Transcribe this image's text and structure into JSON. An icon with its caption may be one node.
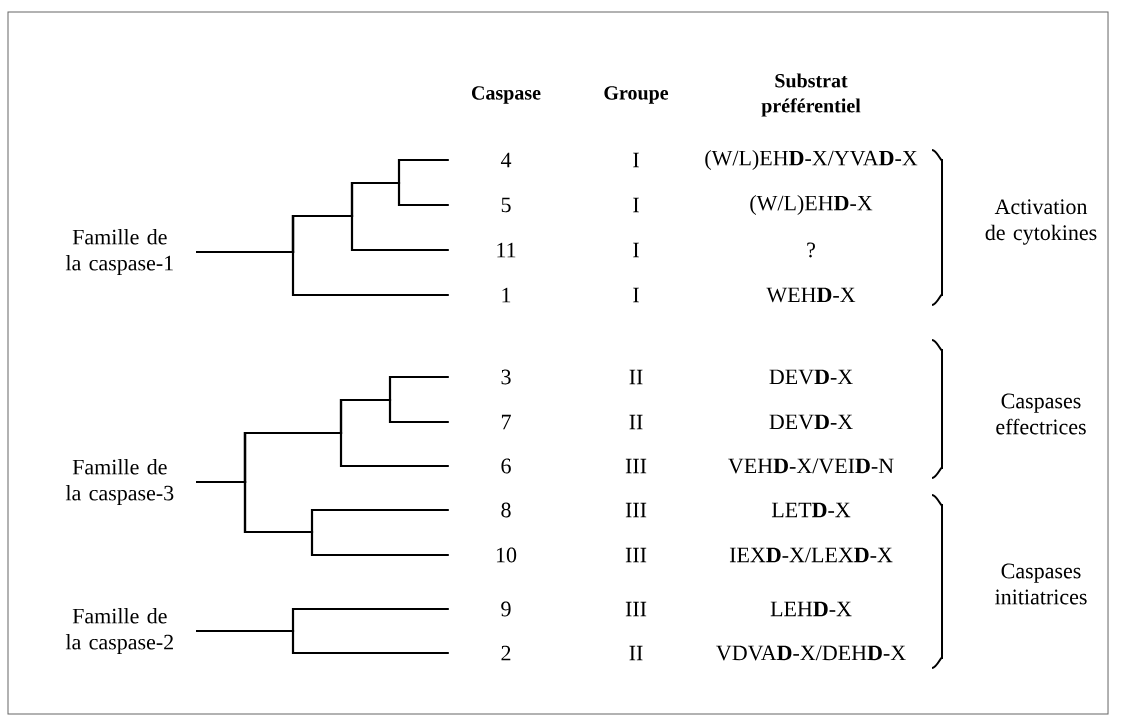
{
  "diagram": {
    "nodes": [
      {
        "text": [
          "Famille de la caspase-1"
        ]
      },
      {
        "text": [
          "Famille de la caspase-3"
        ]
      },
      {
        "text": [
          "Famille de la caspase-2"
        ]
      },
      {
        "text": [
          "4"
        ]
      },
      {
        "text": [
          "5"
        ]
      },
      {
        "text": [
          "11"
        ]
      },
      {
        "text": [
          "1"
        ]
      },
      {
        "text": [
          "3"
        ]
      },
      {
        "text": [
          "7"
        ]
      },
      {
        "text": [
          "6"
        ]
      },
      {
        "text": [
          "8"
        ]
      },
      {
        "text": [
          "10"
        ]
      },
      {
        "text": [
          "9"
        ]
      },
      {
        "text": [
          "2"
        ]
      }
    ],
    "edges": [
      {
        "from": 0,
        "to": 3,
        "arrow": "none"
      },
      {
        "from": 0,
        "to": 4,
        "arrow": "none"
      },
      {
        "from": 0,
        "to": 5,
        "arrow": "none"
      },
      {
        "from": 0,
        "to": 6,
        "arrow": "none"
      },
      {
        "from": 1,
        "to": 7,
        "arrow": "none"
      },
      {
        "from": 1,
        "to": 8,
        "arrow": "none"
      },
      {
        "from": 1,
        "to": 9,
        "arrow": "none"
      },
      {
        "from": 1,
        "to": 10,
        "arrow": "none"
      },
      {
        "from": 1,
        "to": 11,
        "arrow": "none"
      },
      {
        "from": 2,
        "to": 12,
        "arrow": "none"
      },
      {
        "from": 2,
        "to": 13,
        "arrow": "none"
      }
    ],
    "labels": [
      "Caspase",
      "Groupe",
      "Substrat préférentiel",
      "I",
      "(W/L)EH**D**-X/YVA**D**-X",
      "I",
      "(W/L)EH**D**-X",
      "I",
      "?",
      "I",
      "WEH**D**-X",
      "II",
      "DEV**D**-X",
      "II",
      "DEV**D**-X",
      "III",
      "VEH**D**-X/VEI**D**-N",
      "III",
      "LET**D**-X",
      "III",
      "IEX**D**-X/LEX**D**-X",
      "III",
      "LEH**D**-X",
      "II",
      "VDVA**D**-X/DEH**D**-X",
      "Activation de cytokines",
      "Caspases effectrices",
      "Caspases initiatrices"
    ]
  }
}
